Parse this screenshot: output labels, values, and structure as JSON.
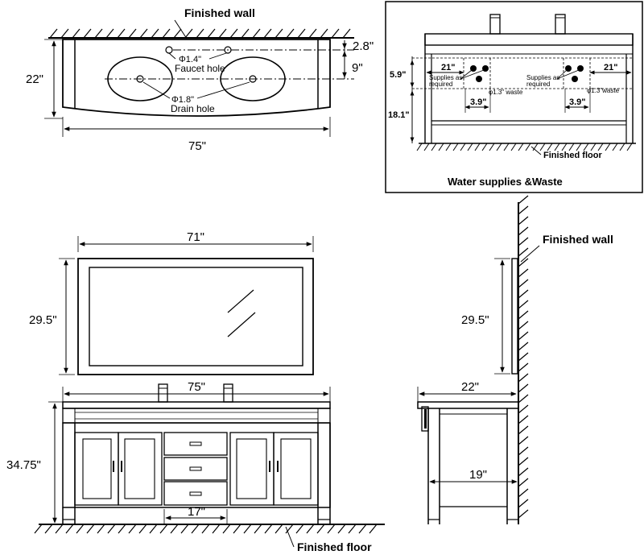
{
  "top_view": {
    "wall_label": "Finished wall",
    "depth": "22\"",
    "width": "75\"",
    "faucet_offset": "2.8\"",
    "drain_offset": "9\"",
    "faucet_hole_dia": "Φ1.4\"",
    "faucet_hole_label": "Faucet hole",
    "drain_hole_dia": "Φ1.8\"",
    "drain_hole_label": "Drain hole"
  },
  "supplies_view": {
    "title": "Water supplies &Waste",
    "floor_label": "Finished floor",
    "height_upper": "5.9\"",
    "height_lower": "18.1\"",
    "left_offset": "21\"",
    "right_offset": "21\"",
    "spacing_left": "3.9\"",
    "spacing_right": "3.9\"",
    "supplies_left": [
      "Supplies as",
      "required"
    ],
    "supplies_right": [
      "Supplies as",
      "required"
    ],
    "waste_left": "φ1.3\" waste",
    "waste_right": "φ1.3\"waste"
  },
  "front_view": {
    "mirror_width": "71\"",
    "mirror_height": "29.5\"",
    "cabinet_width": "75\"",
    "cabinet_height": "34.75\"",
    "drawer_width": "17\"",
    "floor_label": "Finished floor"
  },
  "side_view": {
    "wall_label": "Finished wall",
    "mirror_height": "29.5\"",
    "cabinet_depth": "22\"",
    "inner_depth": "19\""
  }
}
